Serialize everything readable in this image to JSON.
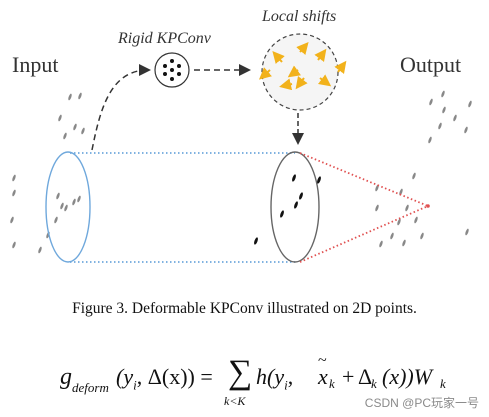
{
  "labels": {
    "input": "Input",
    "output": "Output",
    "rigid": "Rigid KPConv",
    "local": "Local shifts"
  },
  "caption": "Figure 3. Deformable KPConv illustrated on 2D points.",
  "equation": {
    "g": "g",
    "sub": "deform",
    "args": "(y",
    "args_i": "i",
    "args_rest": ", Δ(x)) =",
    "sigma": "∑",
    "sum_sub": "k<K",
    "h": "h(y",
    "h_i": "i",
    "h_comma": ",",
    "tilde": "~",
    "x": "x",
    "k": "k",
    "plus": "+",
    "delta": "Δ",
    "dk": "k",
    "rest": "(x))W",
    "wk": "k"
  },
  "watermark": "CSDN @PC玩家一号",
  "colors": {
    "blue_dots": "#6fa8dc",
    "red_dots": "#e05050",
    "arrow_yellow": "#f2b21b"
  }
}
